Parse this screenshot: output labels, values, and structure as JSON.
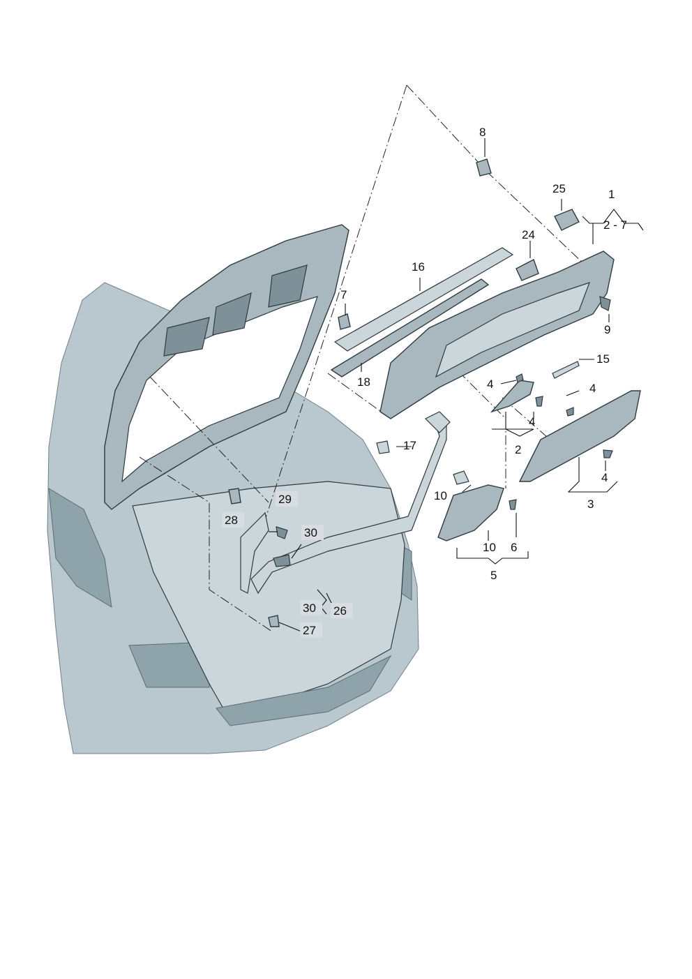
{
  "callouts": {
    "c1": "1",
    "c2_7": "2 - 7",
    "c2": "2",
    "c3": "3",
    "c4a": "4",
    "c4b": "4",
    "c4c": "4",
    "c4d": "4",
    "c5": "5",
    "c6": "6",
    "c7": "7",
    "c8": "8",
    "c9": "9",
    "c10a": "10",
    "c10b": "10",
    "c15": "15",
    "c16": "16",
    "c17": "17",
    "c18": "18",
    "c24": "24",
    "c25": "25",
    "c26": "26",
    "c27": "27",
    "c28": "28",
    "c29": "29",
    "c30a": "30",
    "c30b": "30"
  },
  "colors": {
    "body": "#b9c8ce",
    "part": "#a9b8be",
    "outline": "#2e3a3f",
    "label_background": "#d7dde0"
  }
}
